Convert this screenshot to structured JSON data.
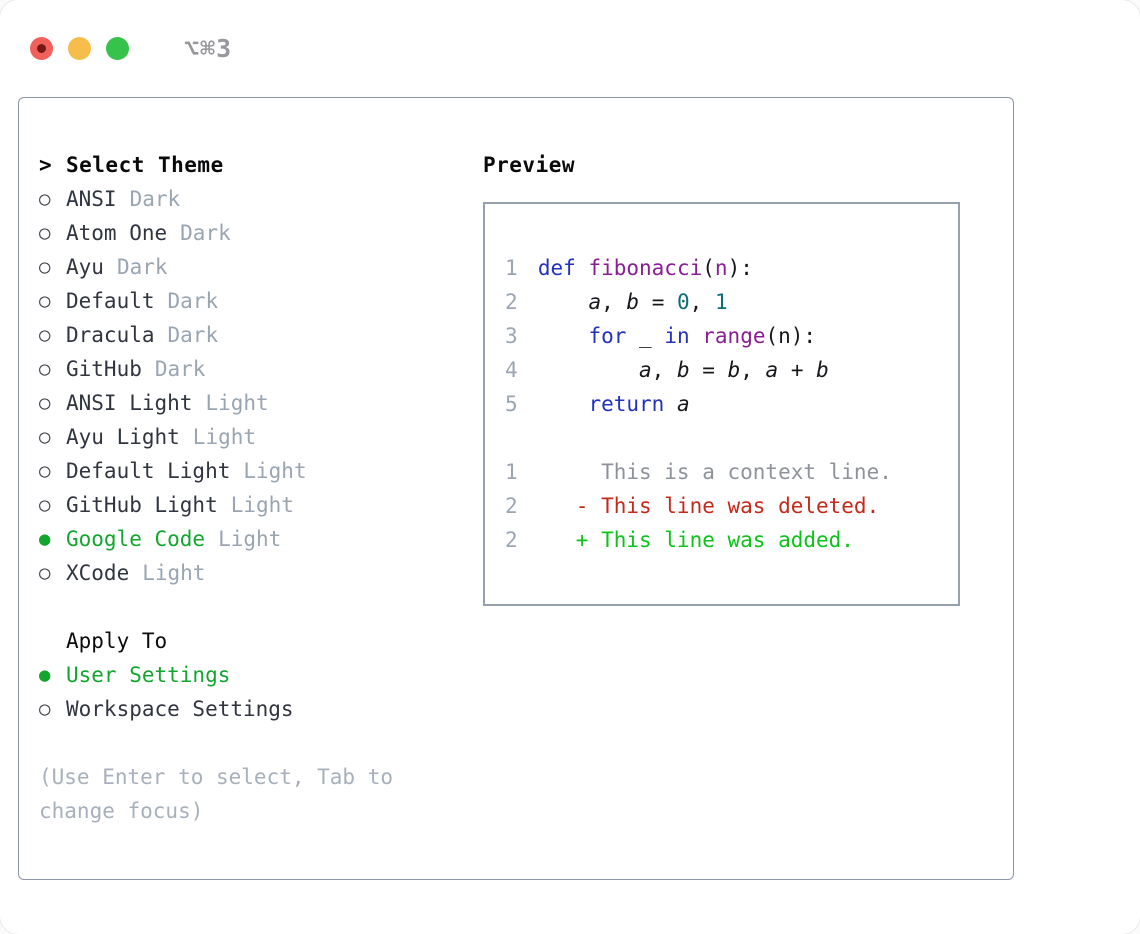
{
  "window": {
    "title": "⌥⌘3"
  },
  "titlebar": {
    "buttons": [
      "close",
      "minimize",
      "zoom"
    ]
  },
  "ui": {
    "prompt": ">",
    "bullet_selected": "●",
    "bullet_unselected": "○"
  },
  "theme_picker": {
    "title": "Select Theme",
    "items": [
      {
        "name": "ANSI",
        "variant": "Dark",
        "selected": false
      },
      {
        "name": "Atom One",
        "variant": "Dark",
        "selected": false
      },
      {
        "name": "Ayu",
        "variant": "Dark",
        "selected": false
      },
      {
        "name": "Default",
        "variant": "Dark",
        "selected": false
      },
      {
        "name": "Dracula",
        "variant": "Dark",
        "selected": false
      },
      {
        "name": "GitHub",
        "variant": "Dark",
        "selected": false
      },
      {
        "name": "ANSI Light",
        "variant": "Light",
        "selected": false
      },
      {
        "name": "Ayu Light",
        "variant": "Light",
        "selected": false
      },
      {
        "name": "Default Light",
        "variant": "Light",
        "selected": false
      },
      {
        "name": "GitHub Light",
        "variant": "Light",
        "selected": false
      },
      {
        "name": "Google Code",
        "variant": "Light",
        "selected": true
      },
      {
        "name": "XCode",
        "variant": "Light",
        "selected": false
      }
    ],
    "apply_to": {
      "label": "Apply To",
      "options": [
        {
          "name": "User Settings",
          "selected": true
        },
        {
          "name": "Workspace Settings",
          "selected": false
        }
      ]
    },
    "hint": "(Use Enter to select, Tab to change focus)"
  },
  "preview": {
    "title": "Preview",
    "code_lines": [
      {
        "num": "1",
        "tokens": [
          {
            "t": "def",
            "c": "kw"
          },
          {
            "t": " ",
            "c": ""
          },
          {
            "t": "fibonacci",
            "c": "fn"
          },
          {
            "t": "(",
            "c": ""
          },
          {
            "t": "n",
            "c": "fn"
          },
          {
            "t": "):",
            "c": ""
          }
        ]
      },
      {
        "num": "2",
        "tokens": [
          {
            "t": "    ",
            "c": ""
          },
          {
            "t": "a",
            "c": "var"
          },
          {
            "t": ", ",
            "c": ""
          },
          {
            "t": "b",
            "c": "var"
          },
          {
            "t": " = ",
            "c": ""
          },
          {
            "t": "0",
            "c": "num"
          },
          {
            "t": ", ",
            "c": ""
          },
          {
            "t": "1",
            "c": "num"
          }
        ]
      },
      {
        "num": "3",
        "tokens": [
          {
            "t": "    ",
            "c": ""
          },
          {
            "t": "for",
            "c": "kw"
          },
          {
            "t": " _ ",
            "c": ""
          },
          {
            "t": "in",
            "c": "kw"
          },
          {
            "t": " ",
            "c": ""
          },
          {
            "t": "range",
            "c": "fn"
          },
          {
            "t": "(n):",
            "c": ""
          }
        ]
      },
      {
        "num": "4",
        "tokens": [
          {
            "t": "        ",
            "c": ""
          },
          {
            "t": "a",
            "c": "var"
          },
          {
            "t": ", ",
            "c": ""
          },
          {
            "t": "b",
            "c": "var"
          },
          {
            "t": " = ",
            "c": ""
          },
          {
            "t": "b",
            "c": "var"
          },
          {
            "t": ", ",
            "c": ""
          },
          {
            "t": "a",
            "c": "var"
          },
          {
            "t": " + ",
            "c": ""
          },
          {
            "t": "b",
            "c": "var"
          }
        ]
      },
      {
        "num": "5",
        "tokens": [
          {
            "t": "    ",
            "c": ""
          },
          {
            "t": "return",
            "c": "kw"
          },
          {
            "t": " ",
            "c": ""
          },
          {
            "t": "a",
            "c": "var"
          }
        ]
      },
      {
        "num": "",
        "tokens": []
      },
      {
        "num": "1",
        "tokens": [
          {
            "t": "     This is a context line.",
            "c": "ctx"
          }
        ]
      },
      {
        "num": "2",
        "tokens": [
          {
            "t": "   - This line was deleted.",
            "c": "del"
          }
        ]
      },
      {
        "num": "2",
        "tokens": [
          {
            "t": "   + This line was added.",
            "c": "add"
          }
        ]
      }
    ]
  },
  "colors": {
    "traffic_red": "#f1605a",
    "traffic_yellow": "#f6bd4b",
    "traffic_green": "#37c24c",
    "selected_green": "#13a62e",
    "kw_blue": "#2231c0",
    "fn_purple": "#8a1d94",
    "num_teal": "#0d6e72",
    "ctx_gray": "#8d929b",
    "del_red": "#c5291a",
    "add_green": "#0cc318"
  }
}
